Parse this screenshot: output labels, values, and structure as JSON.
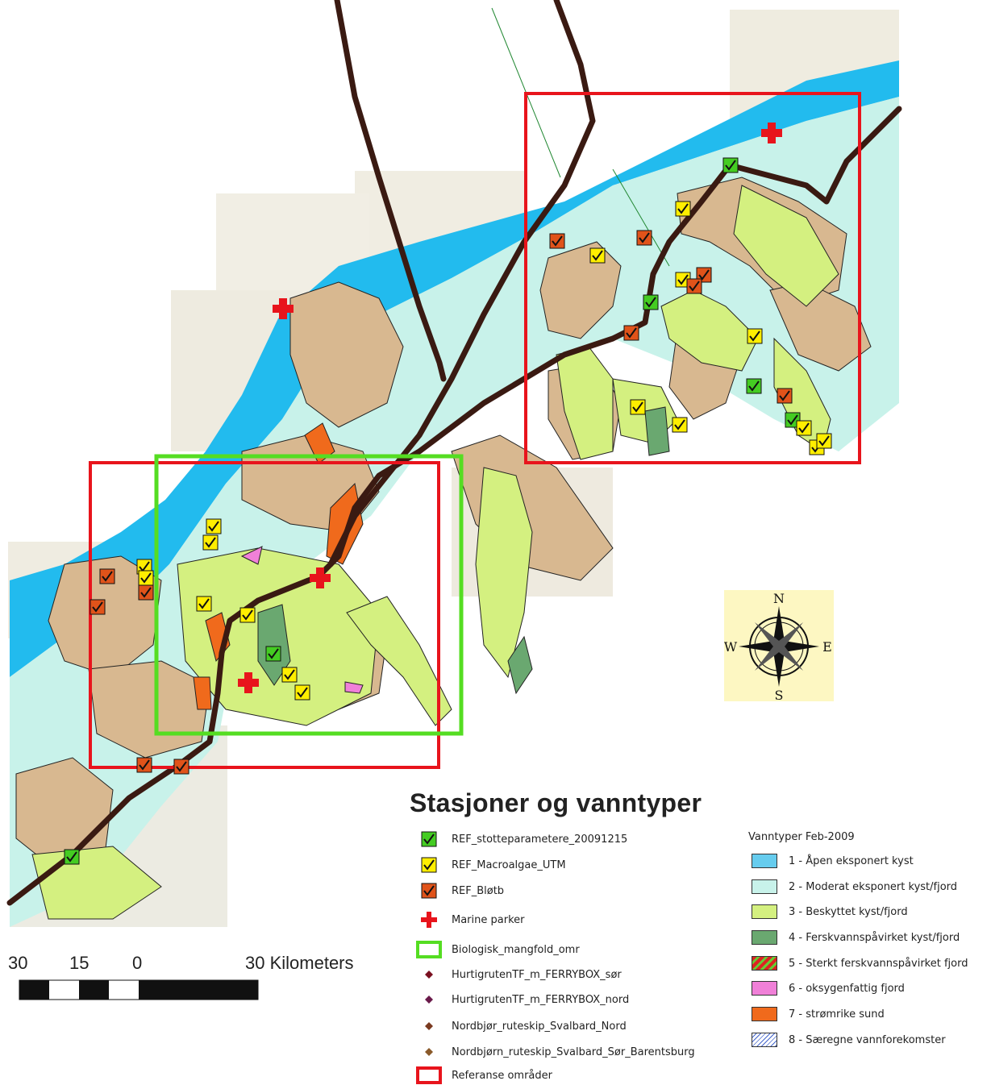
{
  "legend": {
    "title": "Stasjoner og vanntyper",
    "symbols": [
      {
        "label": "REF_stotteparametere_20091215",
        "icon": "green-check-square",
        "color": "#44cc22"
      },
      {
        "label": "REF_Macroalgae_UTM",
        "icon": "yellow-check-square",
        "color": "#ffee00"
      },
      {
        "label": "REF_Bløtb",
        "icon": "orange-check-square",
        "color": "#e0531a"
      },
      {
        "label": "Marine parker",
        "icon": "red-cross",
        "color": "#e8141c"
      },
      {
        "label": "Biologisk_mangfold_omr",
        "icon": "green-outline-rect",
        "color": "#55dd22"
      },
      {
        "label": "HurtigrutenTF_m_FERRYBOX_sør",
        "icon": "dark-red-diamond",
        "color": "#7a1020"
      },
      {
        "label": "HurtigrutenTF_m_FERRYBOX_nord",
        "icon": "purple-diamond",
        "color": "#6a1a4a"
      },
      {
        "label": "Nordbjør_ruteskip_Svalbard_Nord",
        "icon": "brown-diamond",
        "color": "#7a3a20"
      },
      {
        "label": "Nordbjørn_ruteskip_Svalbard_Sør_Barentsburg",
        "icon": "light-brown-diamond",
        "color": "#8a5a2a"
      },
      {
        "label": "Referanse områder",
        "icon": "red-outline-rect",
        "color": "#e8141c"
      }
    ]
  },
  "vanntyper": {
    "title": "Vanntyper Feb-2009",
    "items": [
      {
        "label": "1 - Åpen eksponert kyst",
        "color": "#66ccee"
      },
      {
        "label": "2 - Moderat eksponert kyst/fjord",
        "color": "#c8f2ea"
      },
      {
        "label": "3 - Beskyttet kyst/fjord",
        "color": "#d4f080"
      },
      {
        "label": "4 - Ferskvannspåvirket kyst/fjord",
        "color": "#6aa870"
      },
      {
        "label": "5 - Sterkt ferskvannspåvirket fjord",
        "color": "#dd2222"
      },
      {
        "label": "6 - oksygenfattig fjord",
        "color": "#f080d8"
      },
      {
        "label": "7 - strømrike sund",
        "color": "#f06a1c"
      },
      {
        "label": "8 - Særegne vannforekomster",
        "color": "#ffffff"
      }
    ]
  },
  "scalebar": {
    "labels": [
      "30",
      "15",
      "0",
      "30 Kilometers"
    ]
  },
  "compass": {
    "north": "N",
    "south": "S",
    "east": "E",
    "west": "W"
  },
  "colors": {
    "open_sea": "#22bbee",
    "moderate": "#c8f2ea",
    "protected": "#d4f080",
    "land": "#d8b890",
    "chart_paper": "#efece0",
    "route": "#3a1a12",
    "reference_box": "#e8141c",
    "biodiversity_box": "#55dd22"
  }
}
